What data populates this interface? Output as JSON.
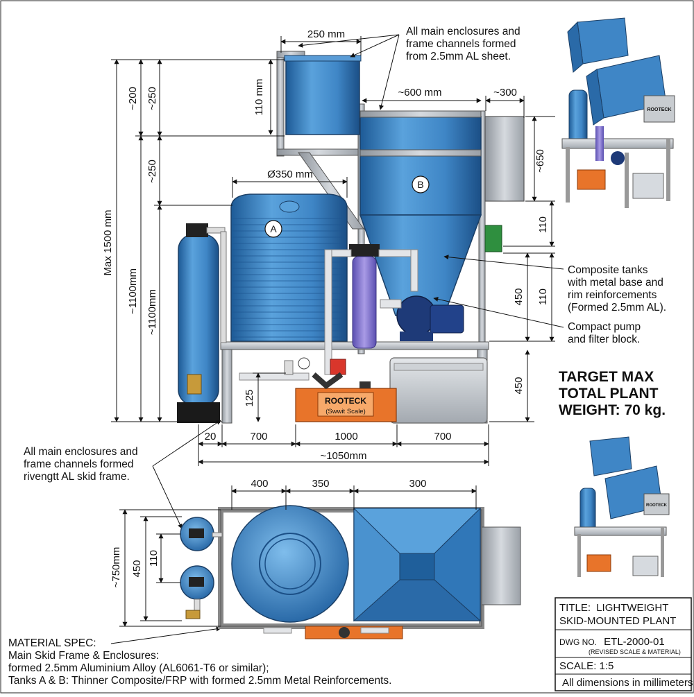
{
  "colors": {
    "tank_blue": "#3f86c6",
    "tank_dark": "#1f5f9b",
    "frame_gray": "#b9bec4",
    "pump_navy": "#1e3a78",
    "orange": "#e8742a",
    "green": "#2f8f3f",
    "red": "#d9362b"
  },
  "labels": {
    "tank_a": "A",
    "tank_b": "B",
    "scale_brand": "ROOTECK",
    "scale_sub": "(Swwit Scale)"
  },
  "dims": {
    "top_250": "250 mm",
    "d110_top": "110 mm",
    "d600": "~600 mm",
    "d300_top": "~300",
    "d650": "~650",
    "d110_r": "110",
    "d450_r": "450",
    "d110_r2": "110",
    "d450_low": "450",
    "dia350": "Ø350 mm",
    "max1500": "Max 1500 mm",
    "d200": "~200",
    "d250a": "~250",
    "d250b": "~250",
    "d1100a": "~1100mm",
    "d1100b": "~1100mm",
    "d125": "125",
    "b20": "20",
    "b700a": "700",
    "b1000": "1000",
    "b700b": "700",
    "b1050": "~1050mm",
    "p400": "400",
    "p350": "350",
    "p300": "300",
    "p750": "~750mm",
    "p450": "450",
    "p110": "110"
  },
  "notes": {
    "top_callout": [
      "All main enclosures and",
      "frame channels formed",
      "from 2.5mm AL sheet."
    ],
    "composite": [
      "Composite tanks",
      "with metal base and",
      "rim reinforcements",
      "(Formed 2.5mm AL)."
    ],
    "pump": [
      "Compact pump",
      "and filter block."
    ],
    "left_callout": [
      "All main enclosures and",
      "frame channels formed",
      "rivengtt AL skid frame."
    ]
  },
  "target": [
    "TARGET MAX",
    "TOTAL PLANT",
    "WEIGHT: 70 kg."
  ],
  "material": {
    "heading": "MATERIAL SPEC:",
    "lines": [
      "Main Skid Frame & Enclosures:",
      "formed 2.5mm Aluminium Alloy (AL6061-T6 or similar);",
      "Tanks A & B: Thinner Composite/FRP with formed 2.5mm Metal Reinforcements."
    ]
  },
  "title_block": {
    "title_label": "TITLE:",
    "title_line1": "LIGHTWEIGHT",
    "title_line2": "SKID-MOUNTED PLANT",
    "dwg_label": "DWG NO.",
    "dwg_no": "ETL-2000-01",
    "revised": "(REVISED SCALE & MATERIAL)",
    "scale": "SCALE: 1:5",
    "units": "All dimensions in millimeters"
  },
  "mini_brand": "ROOTECK"
}
